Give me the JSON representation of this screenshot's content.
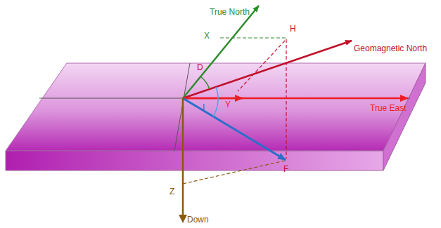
{
  "diagram": {
    "labels": [
      "True North",
      "X",
      "H",
      "Geomagnetic North",
      "D",
      "Y",
      "True East",
      "I",
      "F",
      "Z",
      "Down"
    ]
  }
}
